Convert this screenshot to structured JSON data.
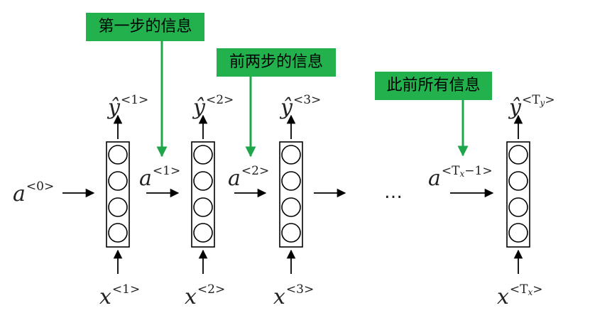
{
  "annotations": [
    {
      "id": "box-1",
      "text": "第一步的信息"
    },
    {
      "id": "box-2",
      "text": "前两步的信息"
    },
    {
      "id": "box-3",
      "text": "此前所有信息"
    }
  ],
  "outputs": [
    {
      "base": "ŷ",
      "sup": "<1>"
    },
    {
      "base": "ŷ",
      "sup": "<2>"
    },
    {
      "base": "ŷ",
      "sup": "<3>"
    },
    {
      "base": "ŷ",
      "sup_pre": "<T",
      "sup_sub": "y",
      "sup_post": ">"
    }
  ],
  "inputs": [
    {
      "base": "x",
      "sup": "<1>"
    },
    {
      "base": "x",
      "sup": "<2>"
    },
    {
      "base": "x",
      "sup": "<3>"
    },
    {
      "base": "x",
      "sup_pre": "<T",
      "sup_sub": "x",
      "sup_post": ">"
    }
  ],
  "activations": [
    {
      "base": "a",
      "sup": "<0>"
    },
    {
      "base": "a",
      "sup": "<1>"
    },
    {
      "base": "a",
      "sup": "<2>"
    },
    {
      "base": "a",
      "sup_pre": "<T",
      "sup_sub": "x",
      "sup_post": "−1>"
    }
  ],
  "ellipsis": "…",
  "colors": {
    "annotation_fill": "#22b14c",
    "annotation_arrow": "#1fa64a",
    "ink": "#000000"
  }
}
